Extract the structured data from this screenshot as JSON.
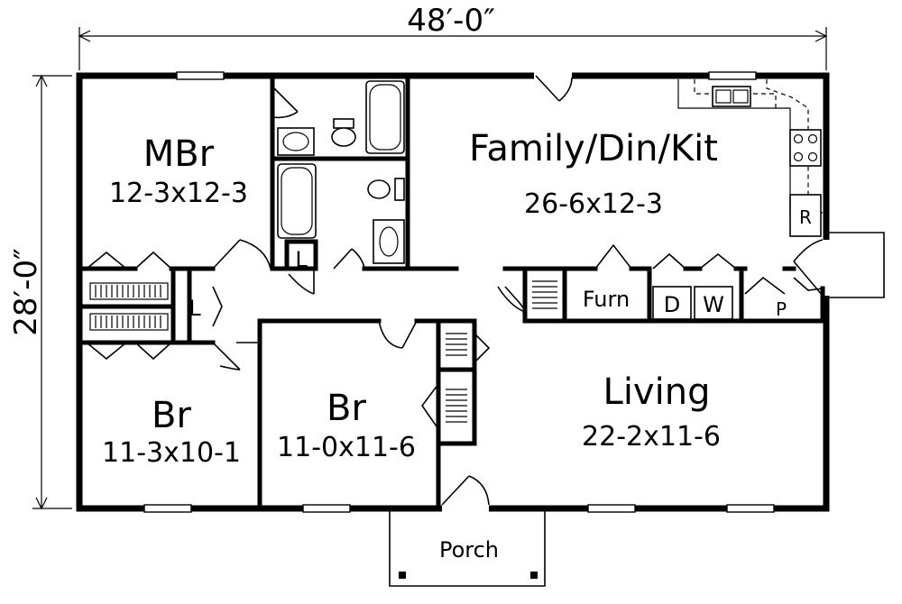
{
  "dimensions": {
    "width": "48′-0″",
    "depth": "28′-0″"
  },
  "rooms": {
    "master_bedroom": {
      "name": "MBr",
      "size": "12-3x12-3"
    },
    "family_din_kit": {
      "name": "Family/Din/Kit",
      "size": "26-6x12-3"
    },
    "bedroom_left": {
      "name": "Br",
      "size": "11-3x10-1"
    },
    "bedroom_middle": {
      "name": "Br",
      "size": "11-0x11-6"
    },
    "living": {
      "name": "Living",
      "size": "22-2x11-6"
    },
    "porch": {
      "name": "Porch"
    }
  },
  "fixtures": {
    "linen_bath": "L",
    "linen_hall": "L",
    "furnace": "Furn",
    "dryer": "D",
    "washer": "W",
    "pantry": "P",
    "refrigerator": "R"
  }
}
